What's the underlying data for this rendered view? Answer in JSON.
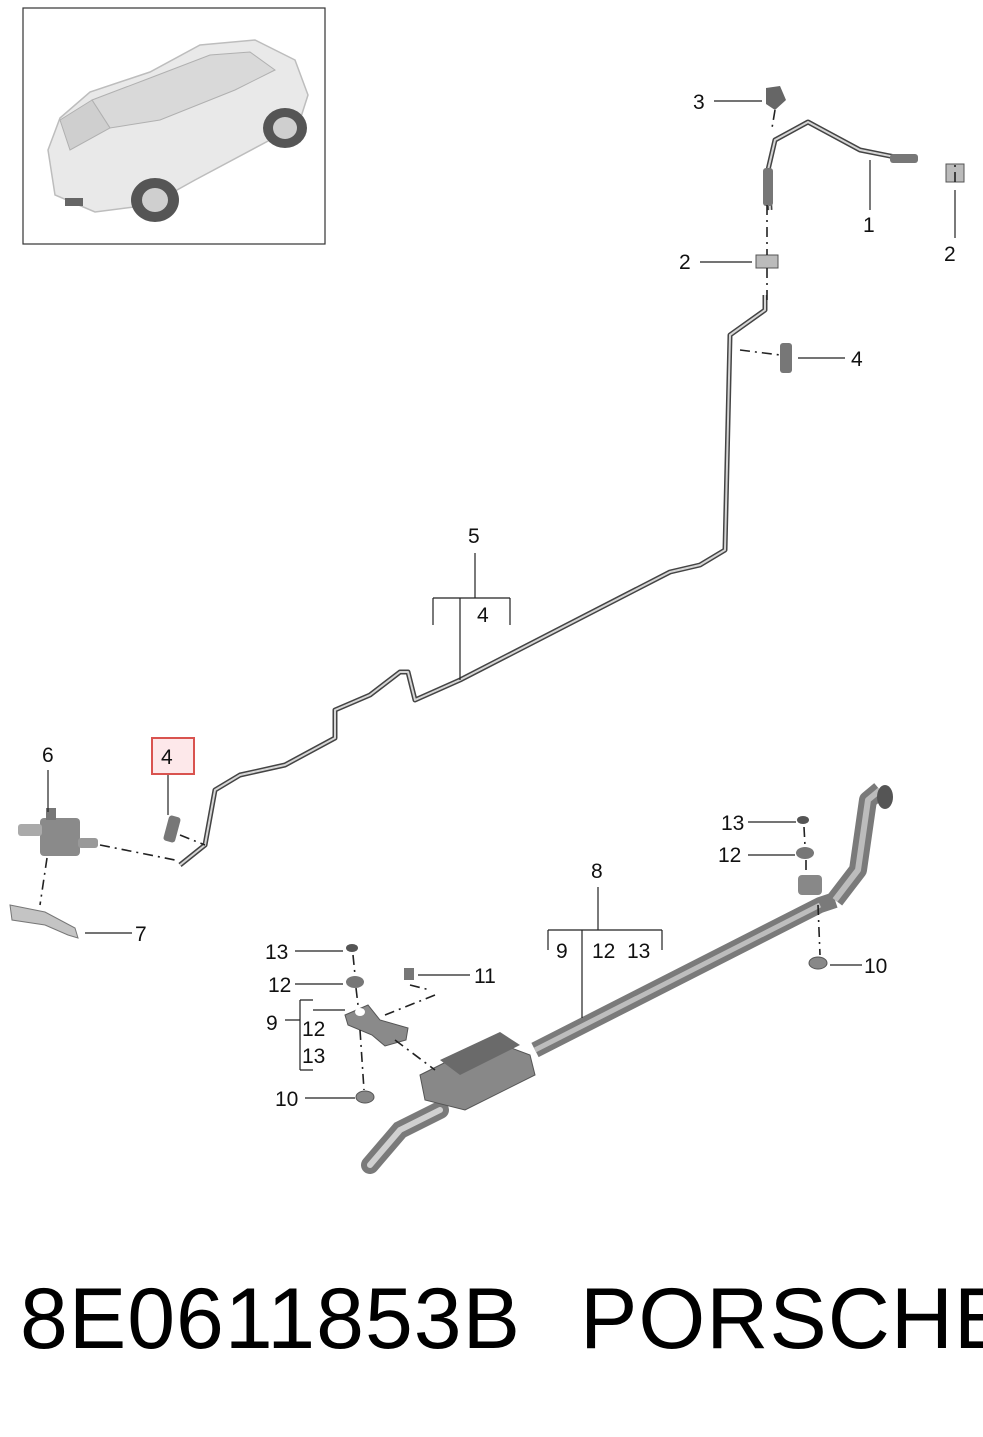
{
  "callouts": {
    "c1": "1",
    "c2a": "2",
    "c2b": "2",
    "c3": "3",
    "c4a": "4",
    "c4b": "4",
    "c4c": "4",
    "c5": "5",
    "c6": "6",
    "c7": "7",
    "c8": "8",
    "c9a": "9",
    "c12a": "12",
    "c13a": "13",
    "c9b": "9",
    "c12b": "12",
    "c13b": "13",
    "c10a": "10",
    "c11": "11",
    "c12c": "12",
    "c13c": "13",
    "c10b": "10",
    "c12d": "12",
    "c13d": "13"
  },
  "footer": {
    "part_number": "8E0611853B",
    "brand": "PORSCHE"
  },
  "colors": {
    "highlight_border": "#d9534f",
    "highlight_fill": "#fde8ea"
  }
}
